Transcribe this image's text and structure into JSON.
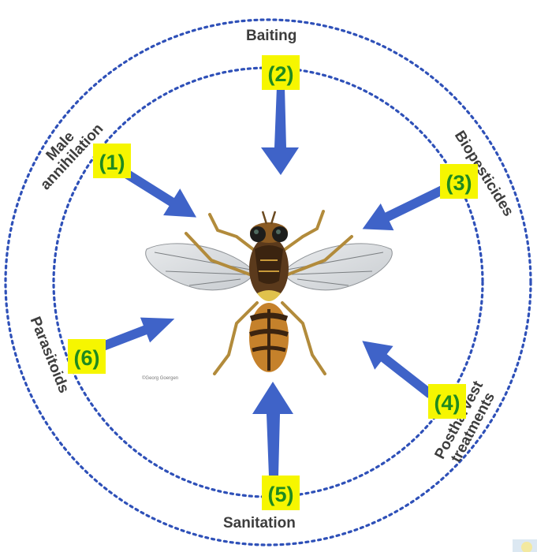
{
  "diagram": {
    "colors": {
      "ring": "#2e50b8",
      "arrow": "#3f63c8",
      "label_text": "#3d3d3d",
      "number_text": "#1f8a1f",
      "number_highlight": "#f6f600"
    },
    "center_image": {
      "icon": "fruit-fly-illustration",
      "credit": "©Georg Goergen"
    },
    "methods": [
      {
        "number": "(2)",
        "label": "Baiting"
      },
      {
        "number": "(1)",
        "label_line1": "Male",
        "label_line2": "annihilation"
      },
      {
        "number": "(3)",
        "label": "Biopesticides"
      },
      {
        "number": "(6)",
        "label": "Parasitoids"
      },
      {
        "number": "(4)",
        "label_line1": "Postharvest",
        "label_line2": "treatments"
      },
      {
        "number": "(5)",
        "label": "Sanitation"
      }
    ]
  }
}
